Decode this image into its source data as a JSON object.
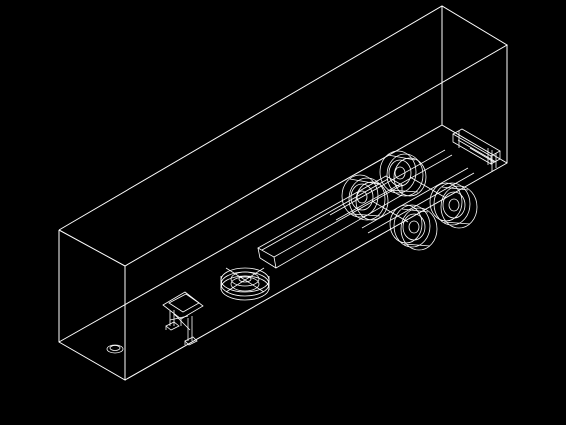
{
  "viewport": {
    "background_color": "#000000",
    "line_color": "#ffffff",
    "render_mode": "wireframe"
  },
  "model": {
    "components": [
      {
        "name": "trailer-box-body"
      },
      {
        "name": "landing-gear"
      },
      {
        "name": "spare-tire"
      },
      {
        "name": "side-step-rail"
      },
      {
        "name": "tandem-axle-wheels",
        "wheel_count": 4
      },
      {
        "name": "rear-bumper"
      },
      {
        "name": "kingpin-plate"
      }
    ]
  }
}
